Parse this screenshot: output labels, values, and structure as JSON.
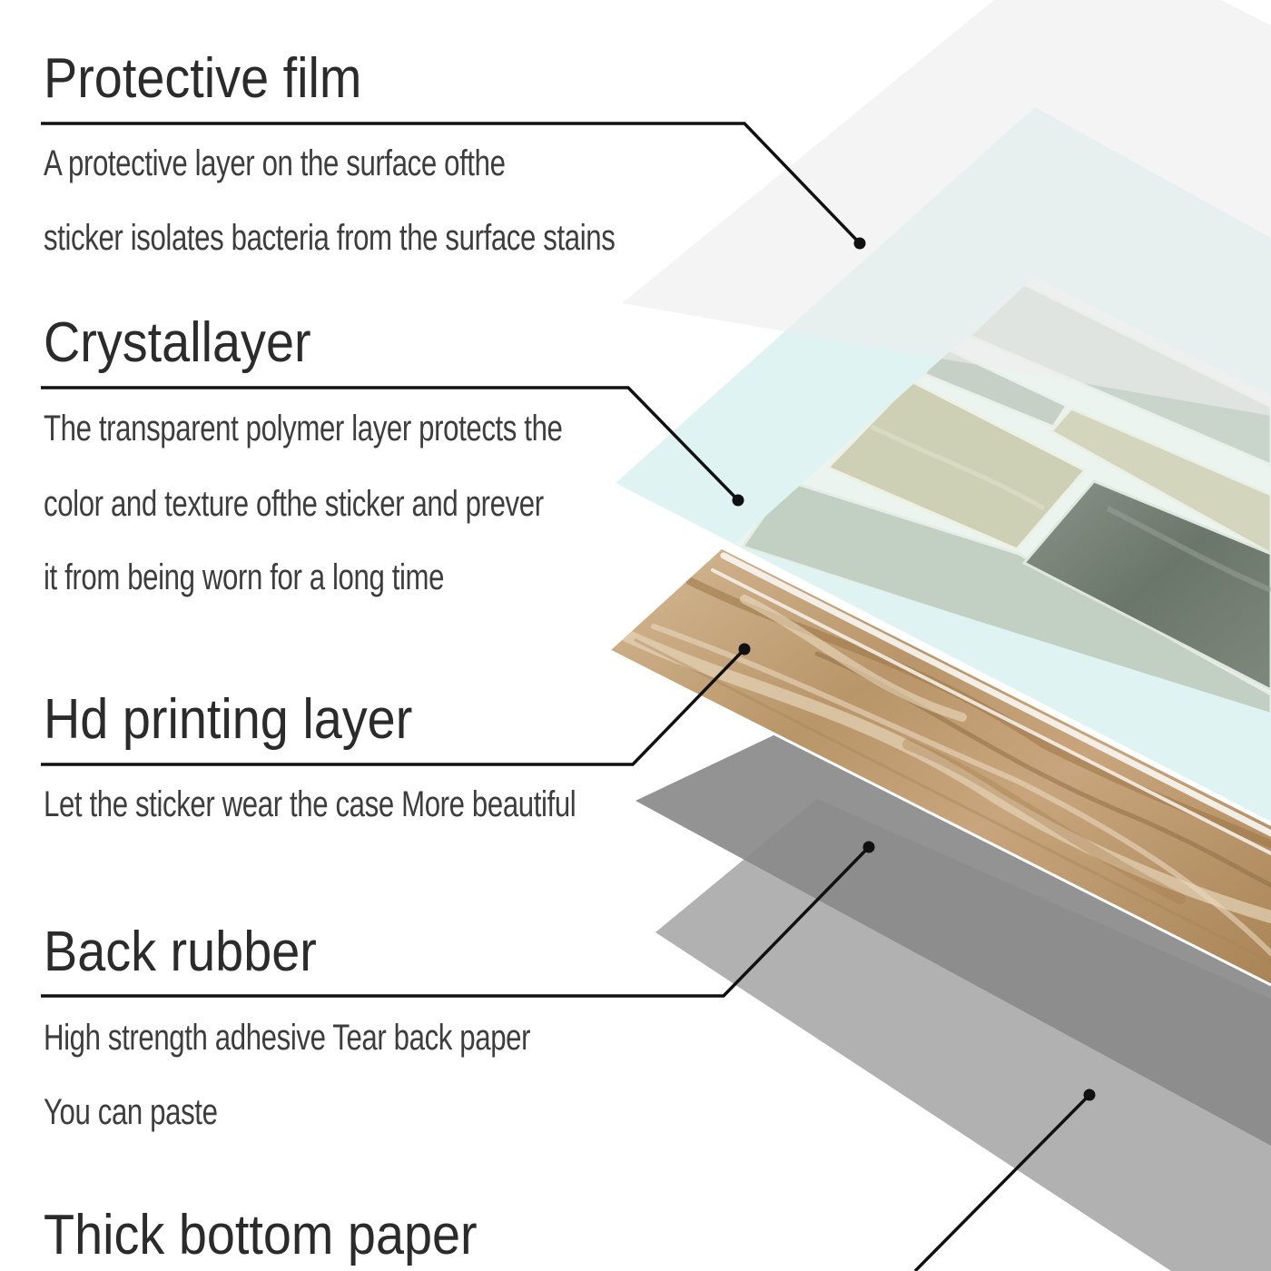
{
  "layers": [
    {
      "title": "Protective film",
      "description": [
        "A protective layer on the surface ofthe",
        "sticker isolates bacteria from the surface stains"
      ]
    },
    {
      "title": "Crystallayer",
      "description": [
        "The transparent polymer layer protects the",
        "color and texture ofthe sticker and prever",
        "it from being worn for a long time"
      ]
    },
    {
      "title": "Hd printing layer",
      "description": [
        "Let the sticker wear the case More beautiful"
      ]
    },
    {
      "title": "Back rubber",
      "description": [
        "High strength adhesive Tear back paper",
        "You can paste"
      ]
    },
    {
      "title": "Thick bottom paper",
      "description": []
    }
  ],
  "colors": {
    "text_title": "#2b2b2b",
    "text_body": "#3d3d3d",
    "leader_line": "#111111",
    "protective_film": "#efefef",
    "crystal_layer": "#d8f1ee",
    "tile_light": "#c7d3c8",
    "tile_dark": "#6f7b70",
    "marble": "#b89468",
    "back_rubber": "#8a8a8a",
    "bottom_paper": "#b1b1b1"
  }
}
